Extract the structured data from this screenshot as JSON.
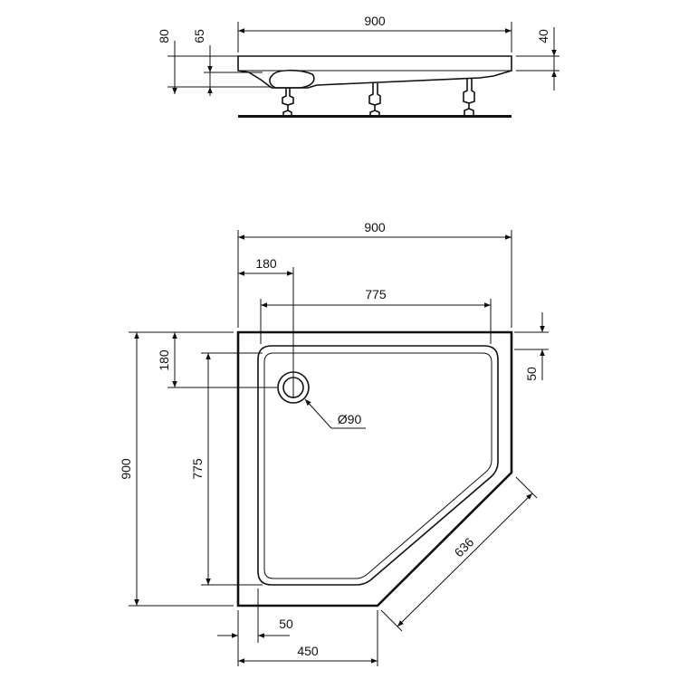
{
  "side_view": {
    "width_label": "900",
    "height_80_label": "80",
    "height_65_label": "65",
    "rim_40_label": "40"
  },
  "plan_view": {
    "width_label": "900",
    "offset_180_label": "180",
    "inner_width_label": "775",
    "rim_50_label": "50",
    "drain_offset_label": "180",
    "height_label": "900",
    "inner_height_label": "775",
    "drain_label": "Ø90",
    "diagonal_label": "636",
    "bottom_rim_label": "50",
    "bottom_width_label": "450"
  }
}
